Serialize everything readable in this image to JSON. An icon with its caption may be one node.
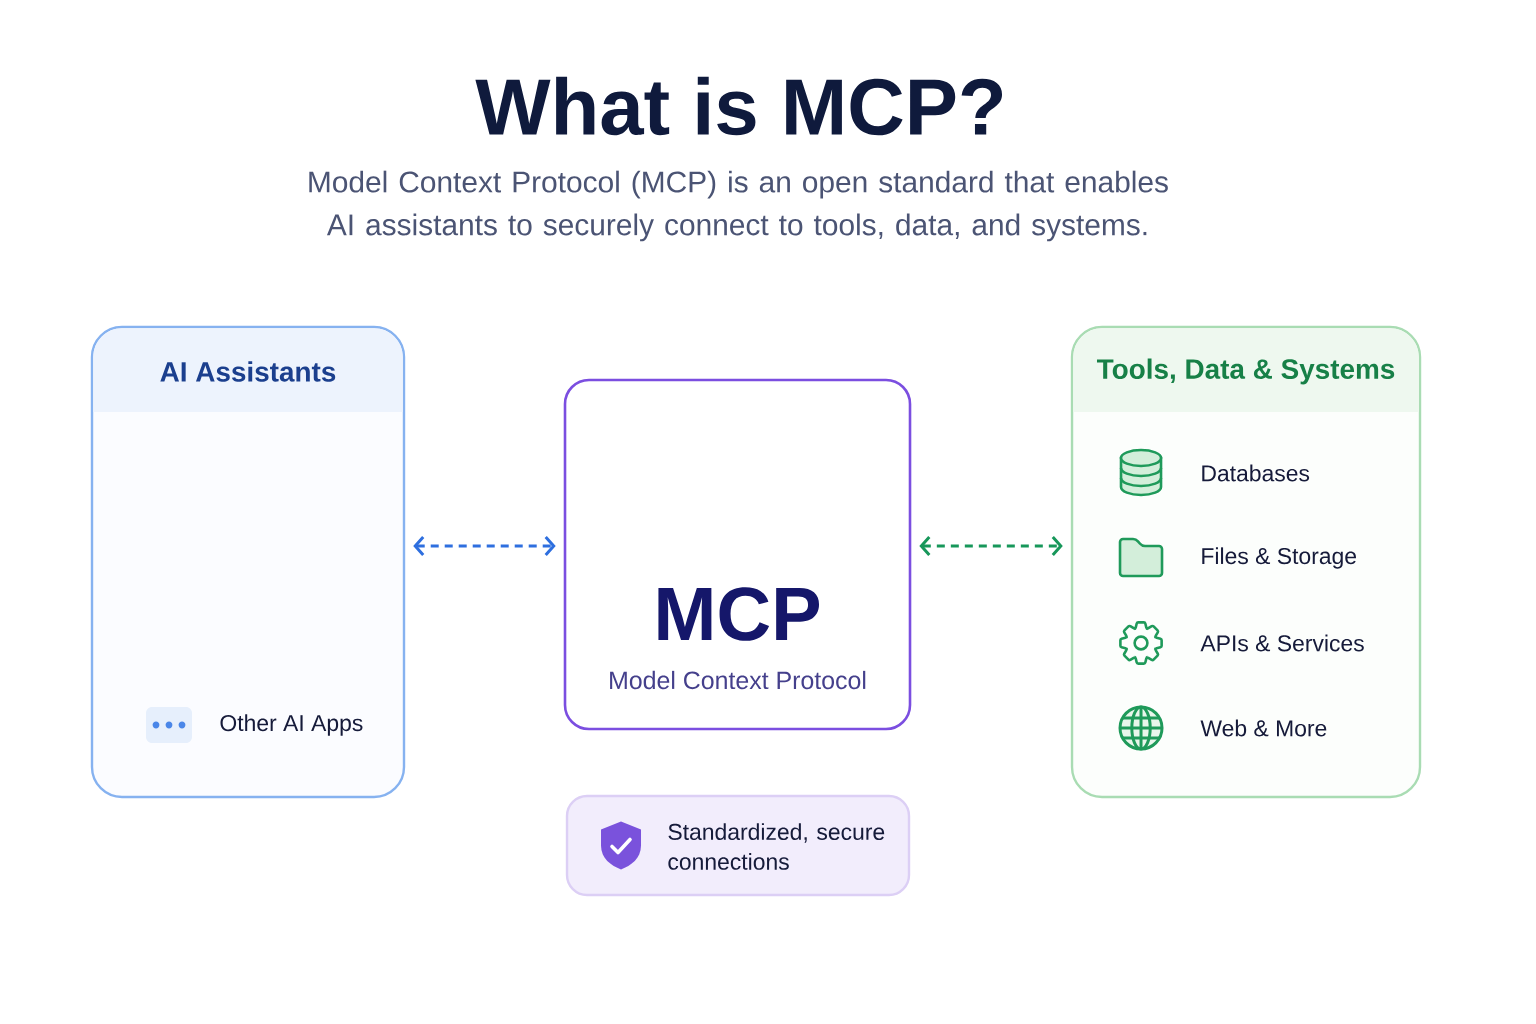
{
  "diagram": {
    "title": "What is MCP?",
    "nodes": [
      {
        "text": [
          "AI Assistants",
          "Other AI Apps"
        ]
      },
      {
        "text": [
          "MCP",
          "Model Context Protocol"
        ]
      },
      {
        "text": [
          "Tools, Data & Systems",
          "Databases",
          "Files & Storage",
          "APIs & Services",
          "Web & More"
        ]
      },
      {
        "text": [
          "Standardized, secure connections"
        ]
      }
    ],
    "edges": [
      {
        "from": 0,
        "to": 1,
        "arrow": "both",
        "style": "dashed",
        "color": "#2e6fdf"
      },
      {
        "from": 1,
        "to": 2,
        "arrow": "both",
        "style": "dashed",
        "color": "#17975a"
      }
    ],
    "labels": [
      "Model Context Protocol (MCP) is an open standard that enables AI assistants to securely connect to tools, data, and systems."
    ]
  }
}
